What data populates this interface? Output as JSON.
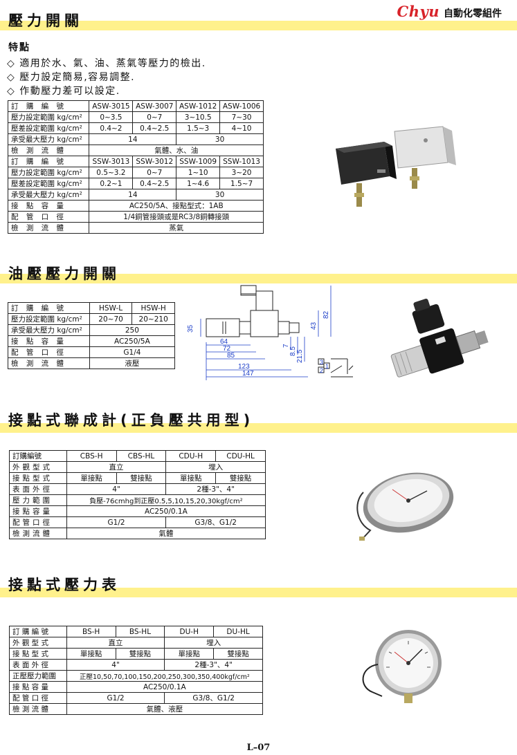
{
  "brand": {
    "logo": "Chyu",
    "text": "自動化零組件"
  },
  "page_number": "L–07",
  "sec1": {
    "title": "壓力開關",
    "feature_heading": "特點",
    "features": [
      "◇ 適用於水、氣、油、蒸氣等壓力的檢出.",
      "◇ 壓力設定簡易,容易調整.",
      "◇ 作動壓力差可以設定."
    ],
    "r1": [
      "訂 購 編 號",
      "ASW-3015",
      "ASW-3007",
      "ASW-1012",
      "ASW-1006"
    ],
    "r2": [
      "壓力設定範圍 kg/cm²",
      "0~3.5",
      "0~7",
      "3~10.5",
      "7~30"
    ],
    "r3": [
      "壓差設定範圍 kg/cm²",
      "0.4~2",
      "0.4~2.5",
      "1.5~3",
      "4~10"
    ],
    "r4": [
      "承受最大壓力 kg/cm²",
      "14",
      "30"
    ],
    "r5": [
      "檢 測 流 體",
      "氣體、水、油"
    ],
    "r6": [
      "訂 購 編 號",
      "SSW-3013",
      "SSW-3012",
      "SSW-1009",
      "SSW-1013"
    ],
    "r7": [
      "壓力設定範圍 kg/cm²",
      "0.5~3.2",
      "0~7",
      "1~10",
      "3~20"
    ],
    "r8": [
      "壓差設定範圍 kg/cm²",
      "0.2~1",
      "0.4~2.5",
      "1~4.6",
      "1.5~7"
    ],
    "r9": [
      "承受最大壓力 kg/cm²",
      "14",
      "30"
    ],
    "r10": [
      "接 點 容 量",
      "AC250/5A、接點型式：1AB"
    ],
    "r11": [
      "配 管 口 徑",
      "1/4銅管接頭或是RC3/8銅轉接頭"
    ],
    "r12": [
      "檢 測 流 體",
      "蒸氣"
    ]
  },
  "sec2": {
    "title": "油壓壓力開關",
    "r1": [
      "訂 購 編 號",
      "HSW-L",
      "HSW-H"
    ],
    "r2": [
      "壓力設定範圍 kg/cm²",
      "20~70",
      "20~210"
    ],
    "r3": [
      "承受最大壓力 kg/cm²",
      "250"
    ],
    "r4": [
      "接 點 容 量",
      "AC250/5A"
    ],
    "r5": [
      "配 管 口 徑",
      "G1/4"
    ],
    "r6": [
      "檢 測 流 體",
      "液壓"
    ],
    "dims": [
      "64",
      "72",
      "85",
      "123",
      "147",
      "35",
      "43",
      "82",
      "7",
      "8.5",
      "21.5"
    ],
    "terminal_labels": [
      "3",
      "2",
      "1"
    ]
  },
  "sec3": {
    "title": "接點式聯成計(正負壓共用型)",
    "r1": [
      "訂購編號",
      "CBS-H",
      "CBS-HL",
      "CDU-H",
      "CDU-HL"
    ],
    "r2": [
      "外觀型式",
      "直立",
      "埋入"
    ],
    "r3": [
      "接點型式",
      "單接點",
      "雙接點",
      "單接點",
      "雙接點"
    ],
    "r4": [
      "表面外徑",
      "4\"",
      "2種-3\"、4\""
    ],
    "r5": [
      "壓力範圍",
      "負壓-76cmhg到正壓0.5,5,10,15,20,30kgf/cm²"
    ],
    "r6": [
      "接點容量",
      "AC250/0.1A"
    ],
    "r7": [
      "配管口徑",
      "G1/2",
      "G3/8、G1/2"
    ],
    "r8": [
      "檢測流體",
      "氣體"
    ]
  },
  "sec4": {
    "title": "接點式壓力表",
    "r1": [
      "訂 購 編 號",
      "BS-H",
      "BS-HL",
      "DU-H",
      "DU-HL"
    ],
    "r2": [
      "外 觀 型 式",
      "直立",
      "埋入"
    ],
    "r3": [
      "接 點 型 式",
      "單接點",
      "雙接點",
      "單接點",
      "雙接點"
    ],
    "r4": [
      "表 面 外 徑",
      "4\"",
      "2種-3\"、4\""
    ],
    "r5": [
      "正壓壓力範圍",
      "正壓10,50,70,100,150,200,250,300,350,400kgf/cm²"
    ],
    "r6": [
      "接 點 容 量",
      "AC250/0.1A"
    ],
    "r7": [
      "配 管 口 徑",
      "G1/2",
      "G3/8、G1/2"
    ],
    "r8": [
      "檢 測 流 體",
      "氣體、液壓"
    ]
  },
  "colors": {
    "title_bar": "#fff18c",
    "brand_red": "#d8232a",
    "dim_blue": "#1a3cc8"
  },
  "icons": [
    "pressure-switch-photo",
    "hydraulic-switch-photo",
    "contact-compound-gauge-photo",
    "contact-pressure-gauge-photo",
    "dimension-drawing",
    "terminal-symbol-icon"
  ]
}
